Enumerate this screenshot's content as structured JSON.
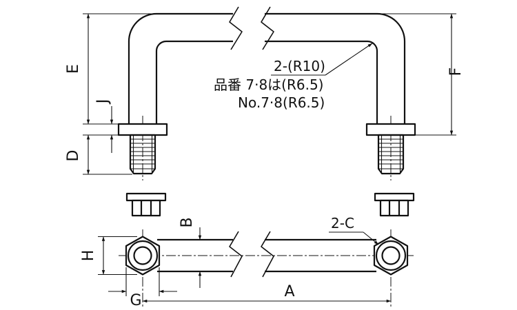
{
  "drawing": {
    "title": "handle-dimension-drawing",
    "dims": {
      "E": "E",
      "J": "J",
      "D": "D",
      "F": "F",
      "B": "B",
      "H": "H",
      "G": "G",
      "A": "A"
    },
    "notes": {
      "radius_line1": "2-(R10)",
      "radius_line2": "品番 7·8は(R6.5)",
      "radius_line3": "No.7·8(R6.5)",
      "corner_note": "2-C"
    },
    "colors": {
      "line": "#111111",
      "background": "#ffffff"
    }
  }
}
